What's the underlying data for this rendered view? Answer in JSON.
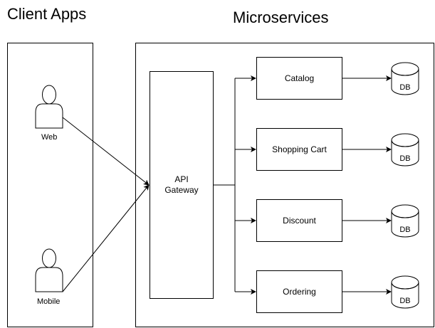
{
  "titles": {
    "client_apps": "Client Apps",
    "microservices": "Microservices"
  },
  "clients": [
    {
      "label": "Web",
      "icon": "user-icon"
    },
    {
      "label": "Mobile",
      "icon": "user-icon"
    }
  ],
  "gateway": {
    "label": "API\nGateway"
  },
  "services": [
    {
      "label": "Catalog",
      "db": "DB"
    },
    {
      "label": "Shopping Cart",
      "db": "DB"
    },
    {
      "label": "Discount",
      "db": "DB"
    },
    {
      "label": "Ordering",
      "db": "DB"
    }
  ],
  "colors": {
    "stroke": "#000000",
    "fill": "#ffffff"
  }
}
